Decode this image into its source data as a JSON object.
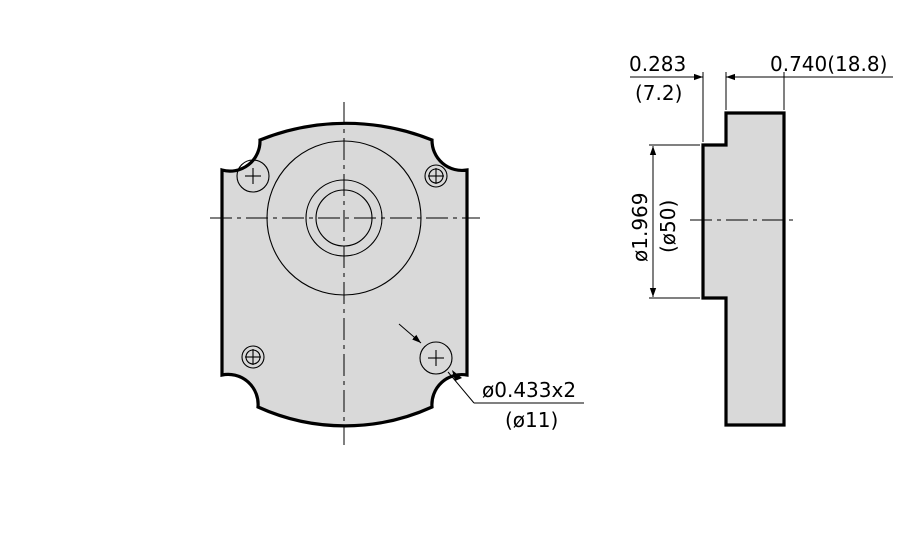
{
  "front_view": {
    "hole_callout_diameter": "ø0.433x2",
    "hole_callout_metric": "(ø11)"
  },
  "side_view": {
    "thickness_step_in": "0.283",
    "thickness_step_mm": "(7.2)",
    "flange_thickness": "0.740(18.8)",
    "pilot_diameter_in": "ø1.969",
    "pilot_diameter_mm": "(ø50)"
  },
  "colors": {
    "part_fill": "#d9d9d9",
    "line": "#000000"
  }
}
